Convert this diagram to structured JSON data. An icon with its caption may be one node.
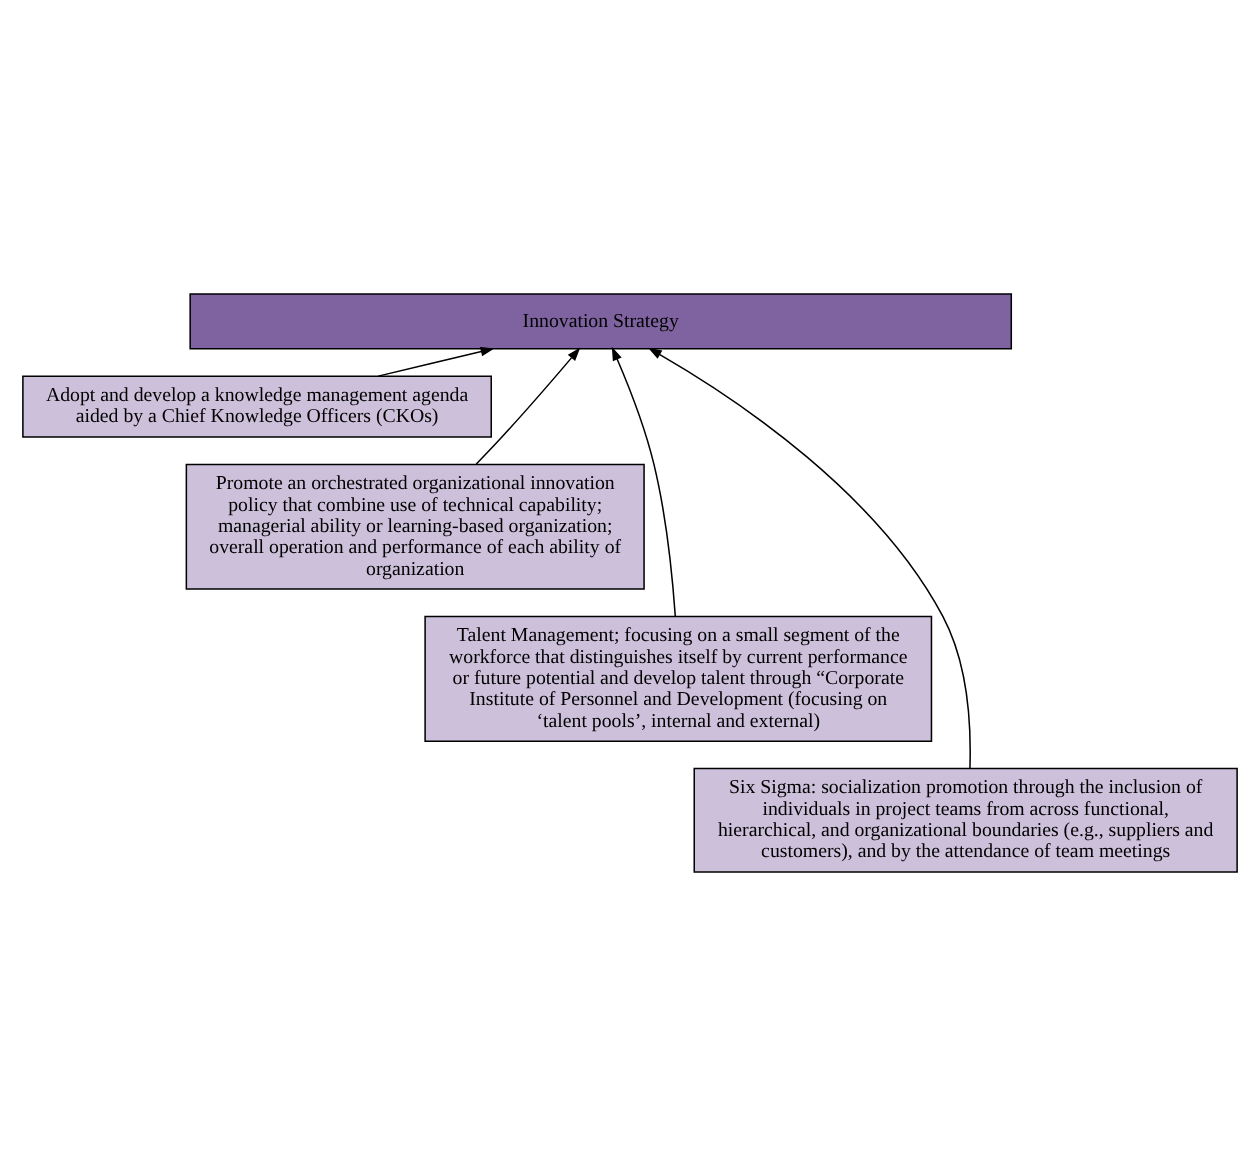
{
  "diagram": {
    "nodes": [
      {
        "text": [
          "Innovation Strategy"
        ]
      },
      {
        "text": [
          "Adopt and develop a knowledge management agenda aided by a Chief Knowledge Officers (CKOs)"
        ]
      },
      {
        "text": [
          "Promote an orchestrated organizational innovation policy that combine use of technical capability; managerial ability or learning-based organization; overall operation and performance of each ability of organization"
        ]
      },
      {
        "text": [
          "Talent Management; focusing on a small segment of the workforce that distinguishes itself by current performance or future potential and develop talent through “Corporate Institute of Personnel and Development (focusing on ‘talent pools’, internal and external)"
        ]
      },
      {
        "text": [
          "Six Sigma: socialization promotion through the inclusion of individuals in project teams from across functional, hierarchical, and organizational boundaries (e.g., suppliers and customers), and by the attendance of team meetings"
        ]
      }
    ],
    "edges": [
      {
        "from": 1,
        "to": 0,
        "arrow": "to"
      },
      {
        "from": 2,
        "to": 0,
        "arrow": "to"
      },
      {
        "from": 3,
        "to": 0,
        "arrow": "to"
      },
      {
        "from": 4,
        "to": 0,
        "arrow": "to"
      }
    ]
  }
}
